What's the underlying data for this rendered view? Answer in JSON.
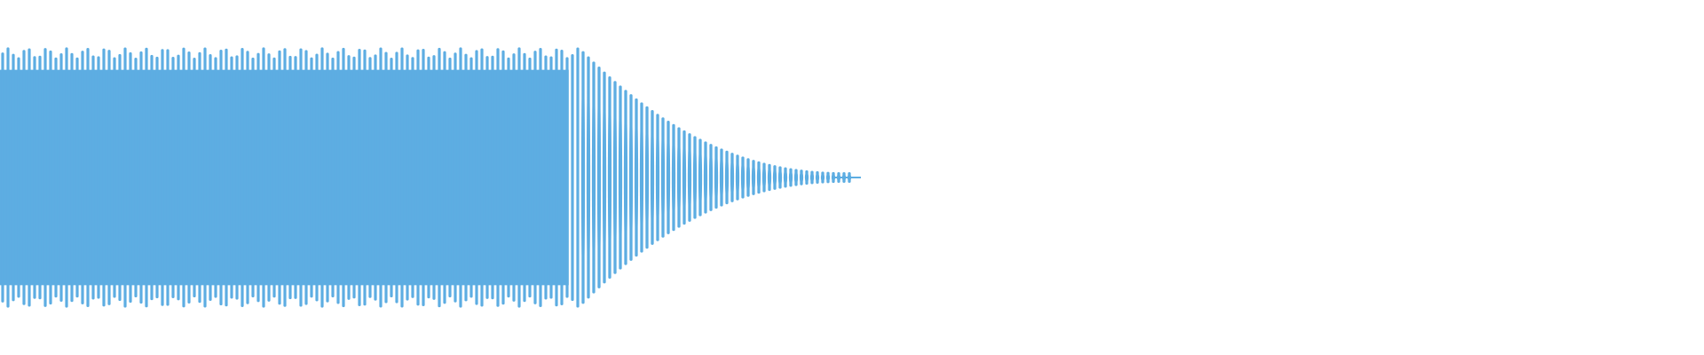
{
  "waveform": {
    "color": "#5dade2",
    "background": "#ffffff",
    "envelope": {
      "sustain_fraction": 0.34,
      "decay_end_fraction": 0.5,
      "peak_level": 0.98,
      "tail_level": 0.03
    },
    "cycle_count": 160
  }
}
